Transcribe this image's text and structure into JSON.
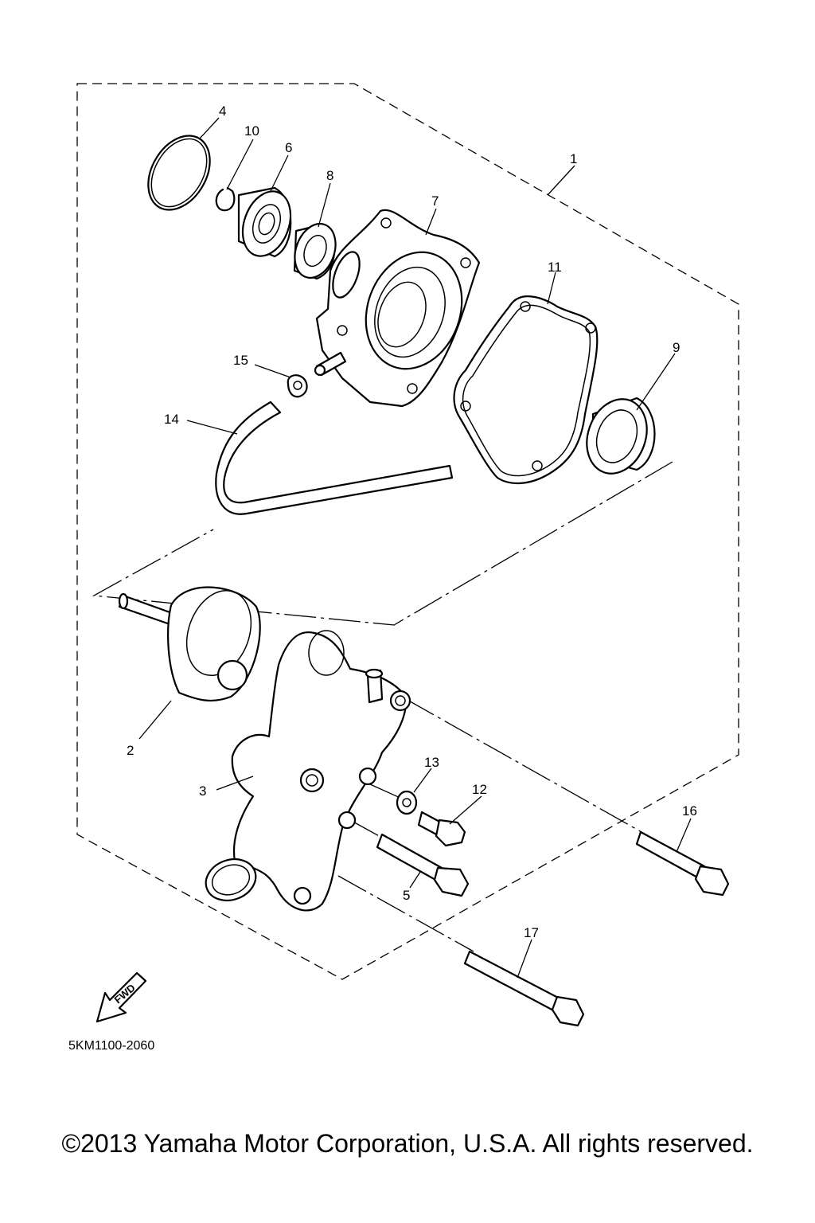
{
  "diagram": {
    "part_numbers": [
      "1",
      "2",
      "3",
      "4",
      "5",
      "6",
      "7",
      "8",
      "9",
      "10",
      "11",
      "12",
      "13",
      "14",
      "15",
      "16",
      "17"
    ],
    "fwd_label": "FWD",
    "drawing_code": "5KM1100-2060"
  },
  "footer": {
    "copyright": "©2013 Yamaha Motor Corporation, U.S.A. All rights reserved."
  }
}
